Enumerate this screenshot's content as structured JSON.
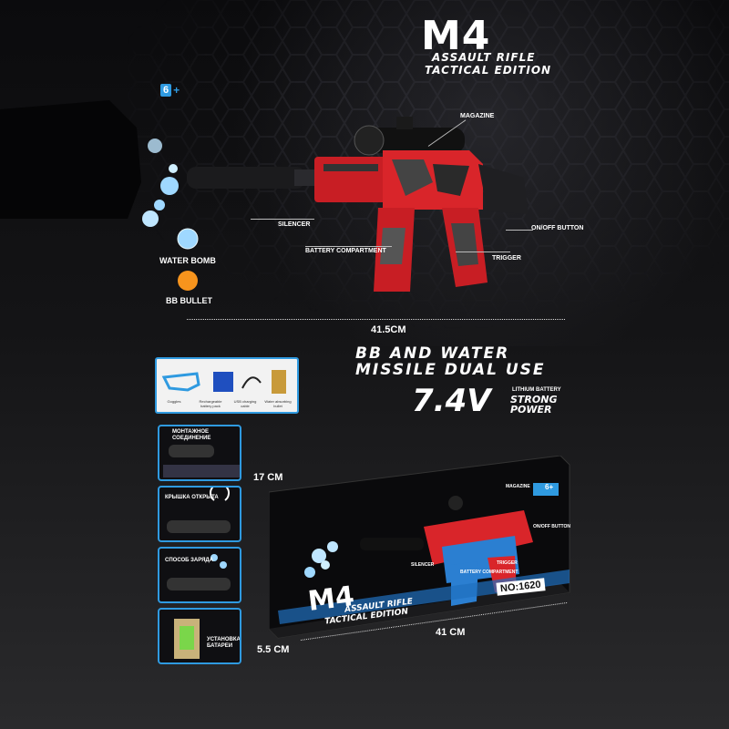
{
  "header": {
    "title": "M4",
    "subtitle_1": "ASSAULT RIFLE",
    "subtitle_2": "TACTICAL EDITION",
    "age_badge": "6",
    "age_plus": "+"
  },
  "callouts": {
    "magazine": "MAGAZINE",
    "silencer": "SILENCER",
    "on_off_button": "ON/OFF BUTTON",
    "battery_compartment": "BATTERY COMPARTMENT",
    "trigger": "TRIGGER"
  },
  "ammo_legend": {
    "water_bomb": "WATER BOMB",
    "bb_bullet": "BB BULLET",
    "water_bomb_color": "#9fd8ff",
    "bb_bullet_color": "#f7941d"
  },
  "dimensions": {
    "gun_length": "41.5CM",
    "box_height": "17 CM",
    "box_length": "41 CM",
    "box_depth": "5.5 CM"
  },
  "features": {
    "line_1": "BB AND WATER",
    "line_2": "MISSILE DUAL USE",
    "voltage": "7.4V",
    "battery_label": "LITHIUM BATTERY",
    "strong_1": "STRONG",
    "strong_2": "POWER"
  },
  "accessories": [
    {
      "label": "Goggles"
    },
    {
      "label": "Rechargeable battery pack"
    },
    {
      "label": "USB charging cable"
    },
    {
      "label": "Water absorbing bullet"
    }
  ],
  "thumbnails": [
    {
      "caption": "МОНТАЖНОЕ СОЕДИНЕНИЕ"
    },
    {
      "caption": "КРЫШКА ОТКРЫТА"
    },
    {
      "caption": "СПОСОБ ЗАРЯДА"
    },
    {
      "caption": "УСТАНОВКА БАТАРЕИ"
    }
  ],
  "package": {
    "title": "M4",
    "subtitle_1": "ASSAULT RIFLE",
    "subtitle_2": "TACTICAL EDITION",
    "model_no": "NO:1620",
    "age": "6+",
    "callouts": {
      "magazine": "MAGAZINE",
      "silencer": "SILENCER",
      "battery": "BATTERY COMPARTMENT",
      "trigger": "TRIGGER",
      "onoff": "ON/OFF BUTTON"
    }
  },
  "colors": {
    "accent_blue": "#2f9ae0",
    "camo_red": "#d9252a",
    "camo_blue": "#2b7fd1"
  }
}
